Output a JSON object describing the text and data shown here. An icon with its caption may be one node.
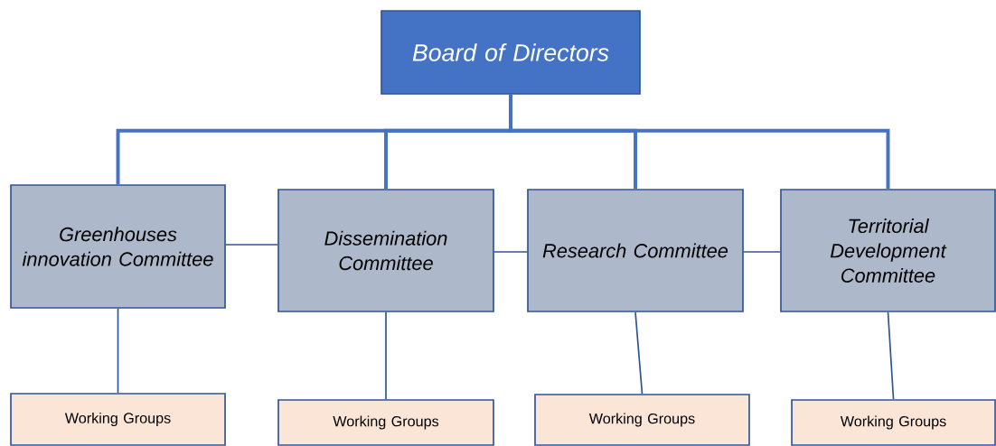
{
  "diagram": {
    "nodes": [
      {
        "text": [
          "Board of Directors"
        ]
      },
      {
        "text": [
          "Greenhouses innovation Committee"
        ]
      },
      {
        "text": [
          "Dissemination Committee"
        ]
      },
      {
        "text": [
          "Research Committee"
        ]
      },
      {
        "text": [
          "Territorial Development Committee"
        ]
      },
      {
        "text": [
          "Working Groups"
        ]
      },
      {
        "text": [
          "Working Groups"
        ]
      },
      {
        "text": [
          "Working Groups"
        ]
      },
      {
        "text": [
          "Working Groups"
        ]
      }
    ],
    "edges": [
      {
        "from": 0,
        "to": 1,
        "arrow": "none",
        "style": "thick",
        "color": "#4472c4"
      },
      {
        "from": 0,
        "to": 2,
        "arrow": "none",
        "style": "thick",
        "color": "#4472c4"
      },
      {
        "from": 0,
        "to": 3,
        "arrow": "none",
        "style": "thick",
        "color": "#4472c4"
      },
      {
        "from": 0,
        "to": 4,
        "arrow": "none",
        "style": "thick",
        "color": "#4472c4"
      },
      {
        "from": 1,
        "to": 2,
        "arrow": "none"
      },
      {
        "from": 2,
        "to": 3,
        "arrow": "none"
      },
      {
        "from": 3,
        "to": 4,
        "arrow": "none"
      },
      {
        "from": 1,
        "to": 5,
        "arrow": "none"
      },
      {
        "from": 2,
        "to": 6,
        "arrow": "none"
      },
      {
        "from": 3,
        "to": 7,
        "arrow": "none"
      },
      {
        "from": 4,
        "to": 8,
        "arrow": "none"
      }
    ]
  }
}
